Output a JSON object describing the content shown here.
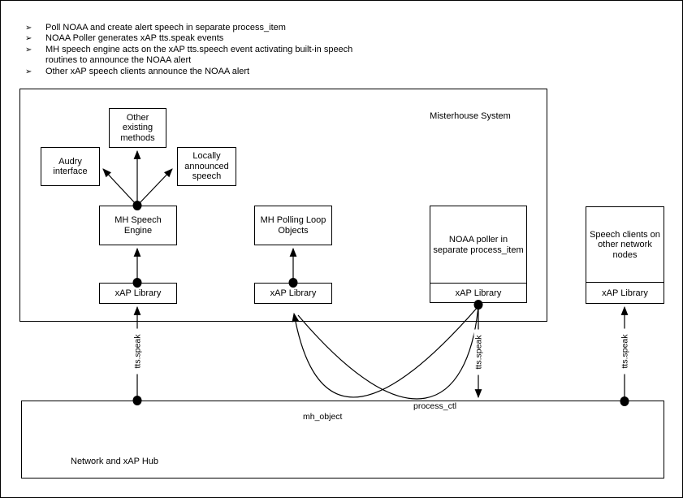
{
  "colors": {
    "line": "#000000",
    "background": "#ffffff",
    "text": "#000000"
  },
  "notes": {
    "glyph": "➢",
    "items": [
      {
        "text": "Poll NOAA and create alert speech in separate process_item",
        "has_bullet": true
      },
      {
        "text": "NOAA Poller generates xAP tts.speak events",
        "has_bullet": true
      },
      {
        "text": "MH speech engine acts on the xAP tts.speech event activating built-in speech",
        "has_bullet": true
      },
      {
        "text": "routines to announce the NOAA alert",
        "has_bullet": false
      },
      {
        "text": "Other xAP speech clients announce the NOAA alert",
        "has_bullet": true
      }
    ]
  },
  "misterhouse": {
    "title": "Misterhouse System",
    "boxes": {
      "other_methods": "Other\nexisting\nmethods",
      "audry": "Audry\ninterface",
      "locally": "Locally\nannounced\nspeech",
      "speech_engine": "MH Speech\nEngine",
      "xap_library_left": "xAP Library",
      "polling_loop": "MH Polling Loop\nObjects",
      "xap_library_mid": "xAP Library",
      "noaa_title": "NOAA poller in\nseparate process_item",
      "noaa_footer": "xAP Library"
    }
  },
  "external": {
    "speech_clients_title": "Speech clients on\nother network\nnodes",
    "speech_clients_footer": "xAP Library"
  },
  "hub": {
    "title": "Network and xAP Hub"
  },
  "connectors": {
    "tts_left": "tts.speak",
    "tts_noaa": "tts.speak",
    "tts_right": "tts.speak",
    "mh_object": "mh_object",
    "process_ctl": "process_ctl"
  }
}
